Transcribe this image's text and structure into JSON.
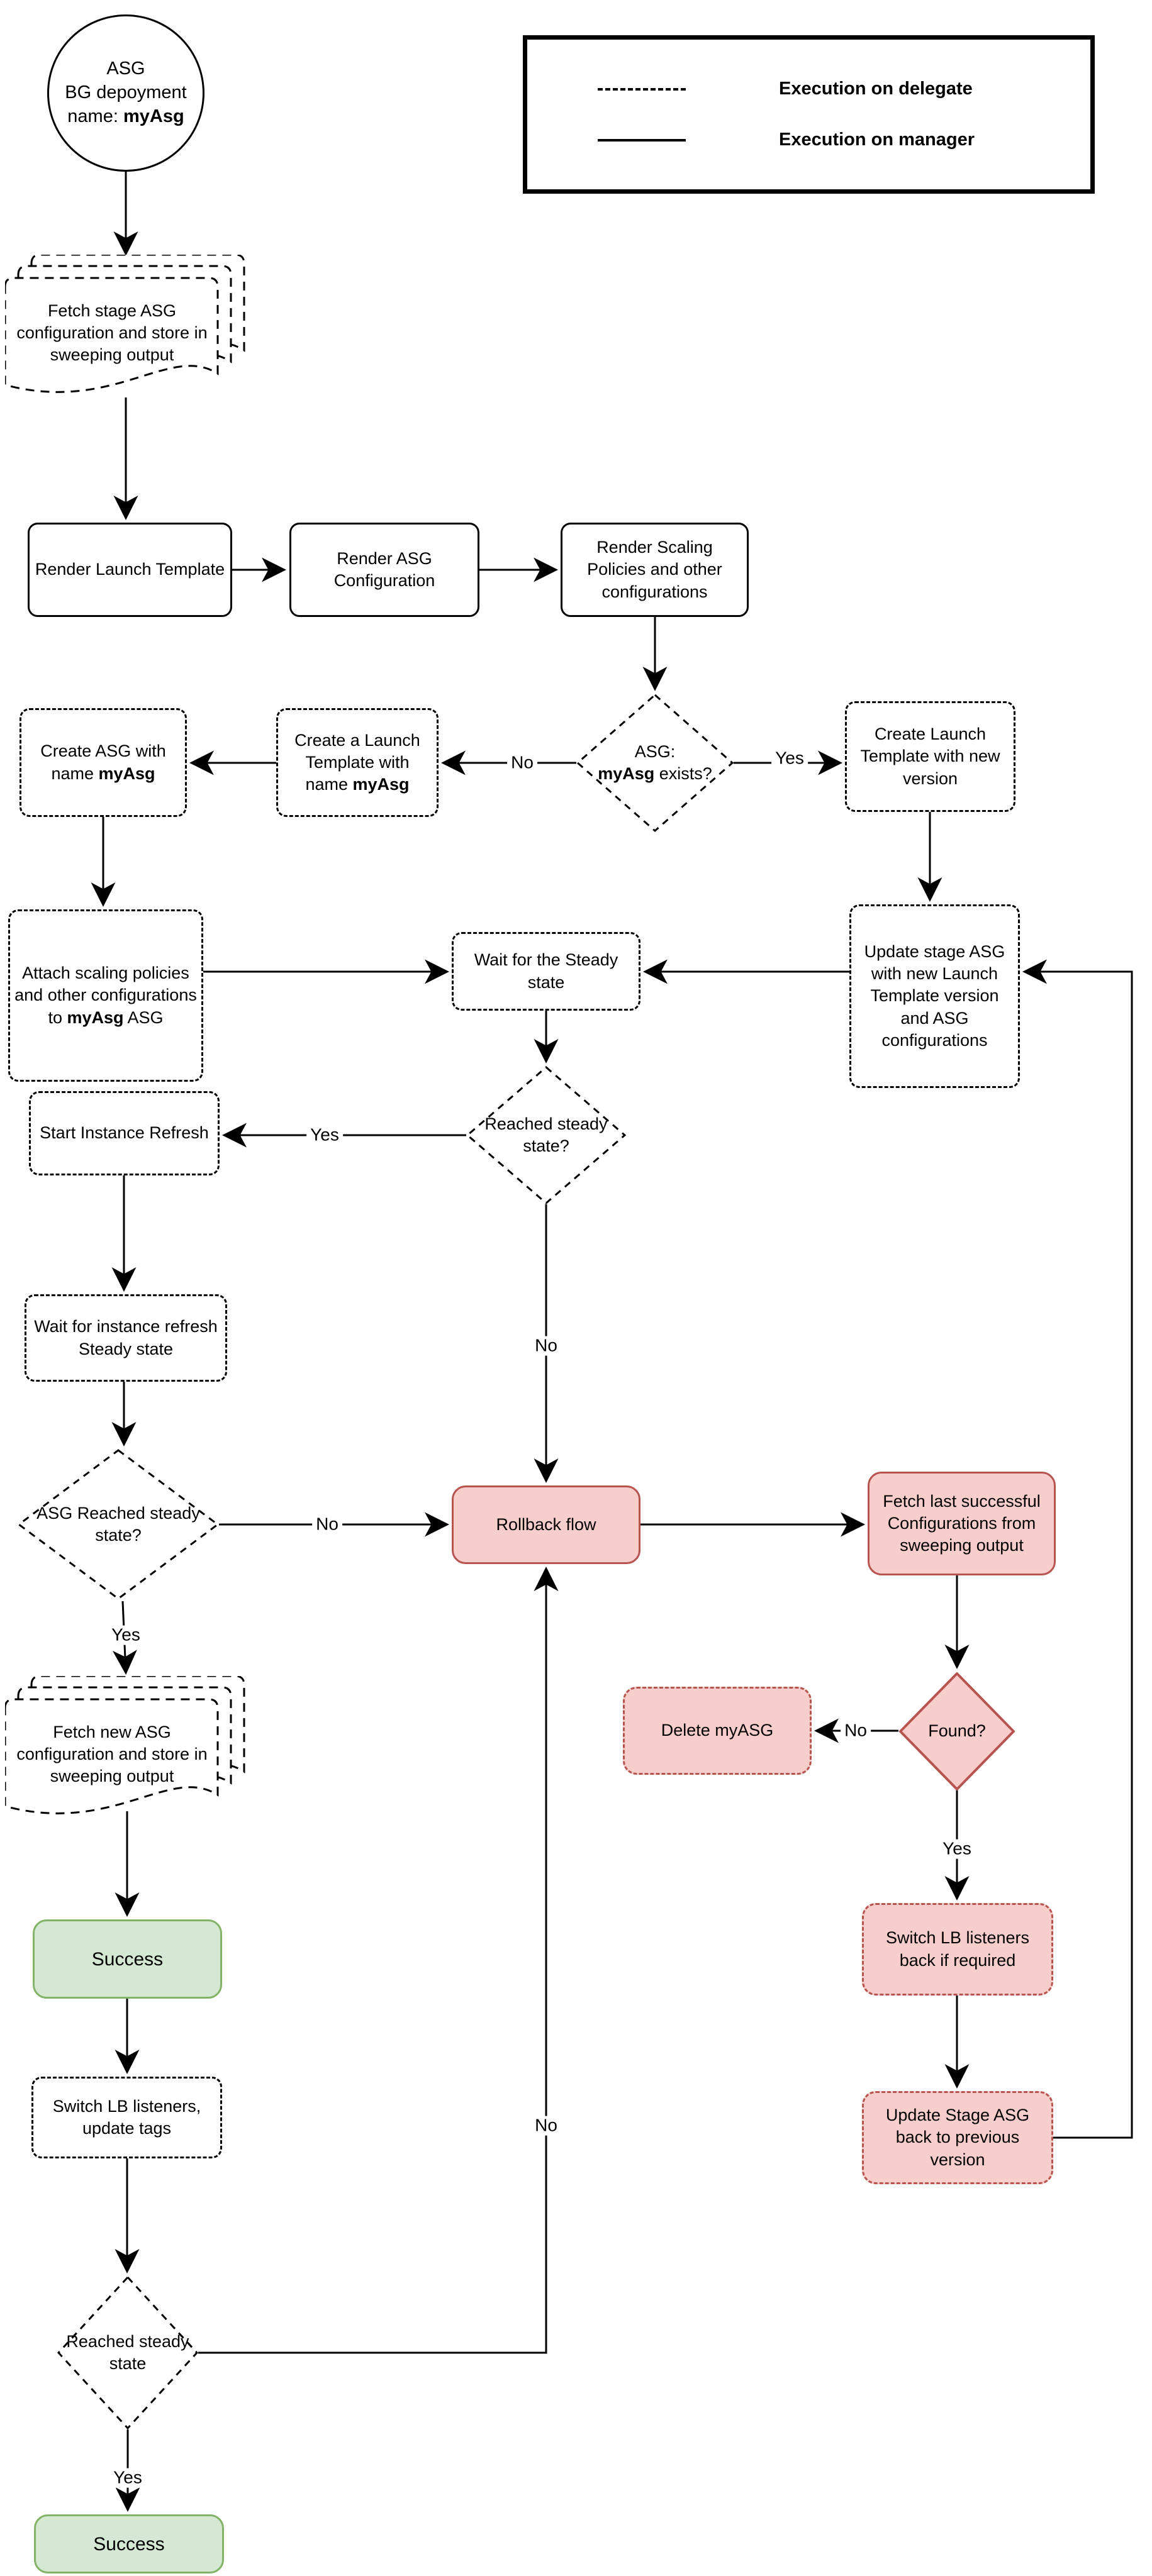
{
  "legend": {
    "items": [
      {
        "style": "dashed",
        "label": "Execution on delegate"
      },
      {
        "style": "solid",
        "label": "Execution on manager"
      }
    ]
  },
  "nodes": {
    "start": {
      "line1": "ASG",
      "line2": "BG depoyment",
      "line3_pre": "name: ",
      "line3_bold": "myAsg"
    },
    "fetch_stage": {
      "text": "Fetch stage ASG configuration and store in sweeping output"
    },
    "render_launch": {
      "text": "Render Launch Template"
    },
    "render_asg": {
      "text": "Render ASG Configuration"
    },
    "render_scaling": {
      "text": "Render Scaling Policies and other configurations"
    },
    "asg_exists": {
      "line1": "ASG:",
      "bold": "myAsg",
      "suffix": " exists?"
    },
    "create_lt_myasg": {
      "pre": "Create a Launch Template with name ",
      "bold": "myAsg"
    },
    "create_asg_myasg": {
      "pre": "Create ASG with name ",
      "bold": "myAsg"
    },
    "create_lt_new": {
      "text": "Create Launch Template with new version"
    },
    "attach_scaling": {
      "pre": "Attach scaling policies and other configurations to ",
      "bold": "myAsg",
      "suffix": " ASG"
    },
    "wait_steady": {
      "text": "Wait for the Steady state"
    },
    "update_stage": {
      "text": "Update stage ASG with new Launch Template version and ASG configurations"
    },
    "reached_steady": {
      "text": "Reached steady state?"
    },
    "start_refresh": {
      "text": "Start Instance Refresh"
    },
    "wait_refresh": {
      "text": "Wait for instance refresh Steady state"
    },
    "asg_reached": {
      "text": "ASG Reached steady state?"
    },
    "rollback": {
      "text": "Rollback flow"
    },
    "fetch_last": {
      "text": "Fetch last successful Configurations from sweeping output"
    },
    "found": {
      "text": "Found?"
    },
    "delete_myasg": {
      "text": "Delete myASG"
    },
    "switch_back": {
      "text": "Switch LB listeners back if required"
    },
    "update_back": {
      "text": "Update Stage ASG back to previous version"
    },
    "fetch_new": {
      "text": "Fetch new ASG configuration and store in sweeping output"
    },
    "success1": {
      "text": "Success"
    },
    "switch_lb": {
      "text": "Switch LB listeners, update tags"
    },
    "reached_steady2": {
      "text": "Reached steady state"
    },
    "success2": {
      "text": "Success"
    }
  },
  "edge_labels": {
    "yes": "Yes",
    "no": "No"
  },
  "colors": {
    "danger_fill": "#F8CECC",
    "danger_stroke": "#B85450",
    "success_fill": "#D5E8D4",
    "success_stroke": "#82B366",
    "line": "#000000"
  }
}
